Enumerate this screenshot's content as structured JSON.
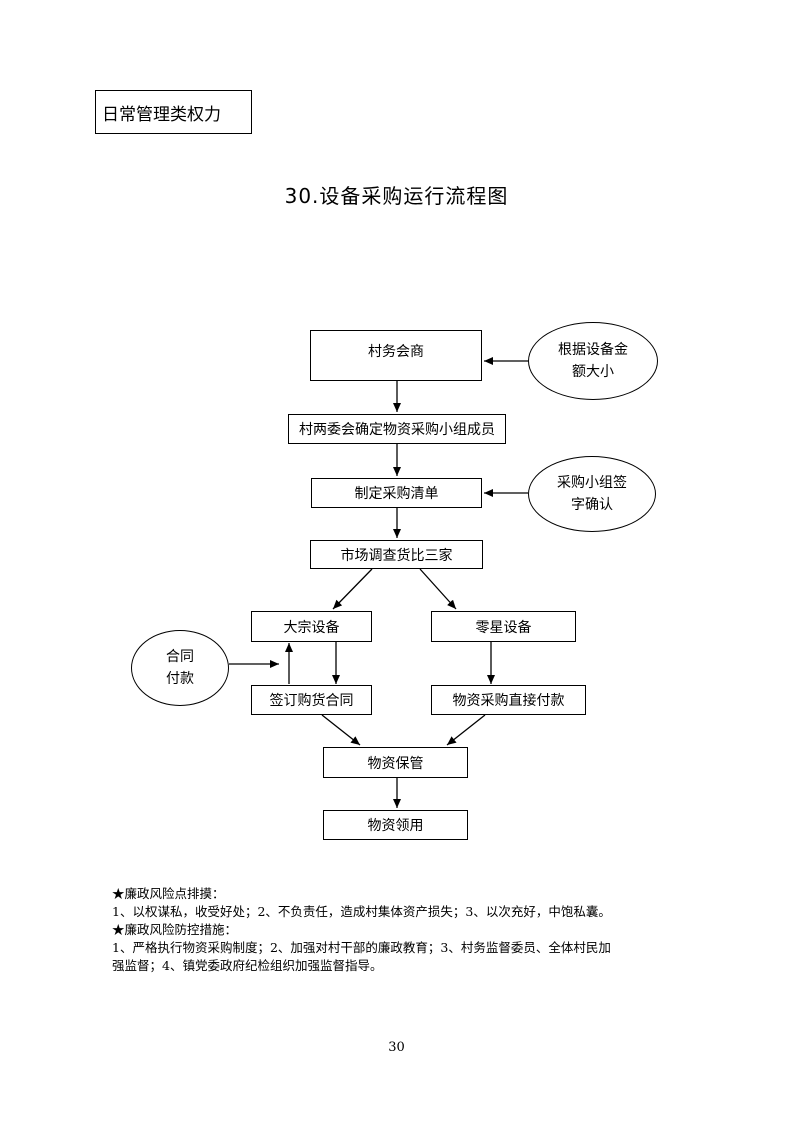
{
  "header": {
    "category": "日常管理类权力",
    "title": "30.设备采购运行流程图"
  },
  "flow": {
    "nodes": {
      "village_consult": "村务会商",
      "committee_confirm": "村两委会确定物资采购小组成员",
      "make_list": "制定采购清单",
      "market_survey": "市场调查货比三家",
      "bulk_equipment": "大宗设备",
      "small_equipment": "零星设备",
      "sign_contract": "签订购货合同",
      "direct_payment": "物资采购直接付款",
      "storage": "物资保管",
      "collection": "物资领用"
    },
    "notes_ovals": {
      "by_amount": [
        "根据设备金",
        "额大小"
      ],
      "group_sign": [
        "采购小组签",
        "字确认"
      ],
      "contract_pay": [
        "合同",
        "付款"
      ]
    }
  },
  "risk": {
    "points_title": "★廉政风险点排摸：",
    "points_text": "1、以权谋私，收受好处；2、不负责任，造成村集体资产损失；3、以次充好，中饱私囊。",
    "measures_title": "★廉政风险防控措施：",
    "measures_line1": "1、严格执行物资采购制度；2、加强对村干部的廉政教育；3、村务监督委员、全体村民加",
    "measures_line2": "强监督；4、镇党委政府纪检组织加强监督指导。"
  },
  "page_number": "30"
}
